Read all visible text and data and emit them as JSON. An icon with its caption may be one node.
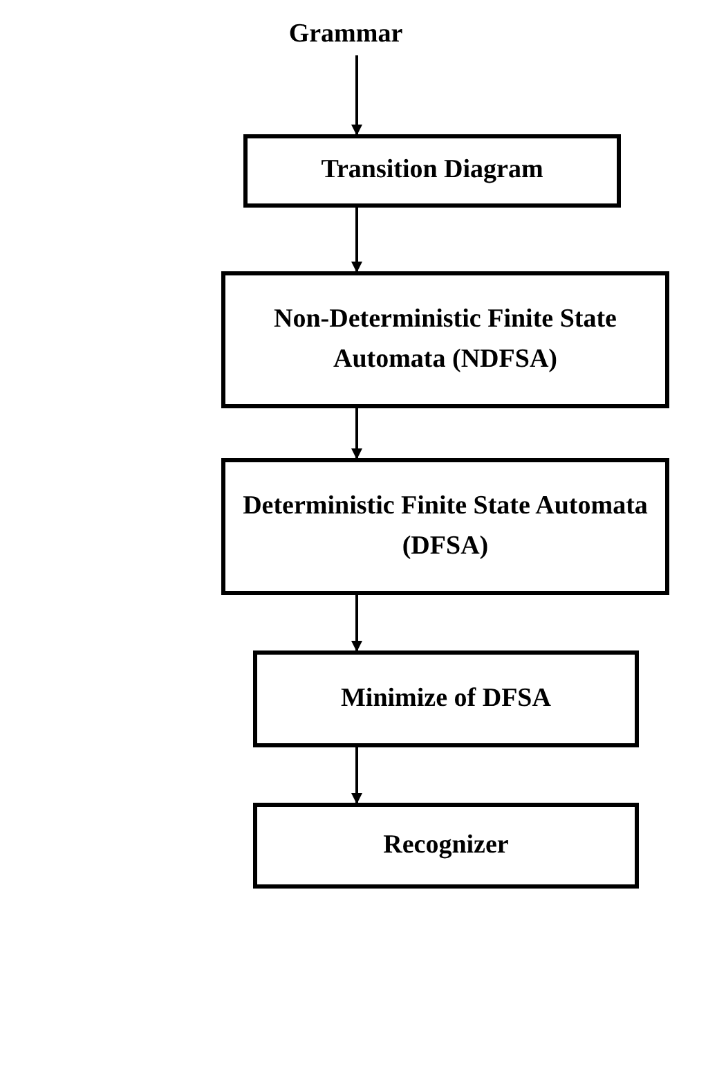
{
  "diagram": {
    "nodes": [
      {
        "text": [
          "Grammar"
        ]
      },
      {
        "text": [
          "Transition Diagram"
        ]
      },
      {
        "text": [
          "Non-Deterministic Finite State Automata (NDFSA)"
        ]
      },
      {
        "text": [
          "Deterministic Finite State Automata (DFSA)"
        ]
      },
      {
        "text": [
          "Minimize of DFSA"
        ]
      },
      {
        "text": [
          "Recognizer"
        ]
      }
    ],
    "edges": [
      {
        "from": 0,
        "to": 1,
        "arrow": "to"
      },
      {
        "from": 1,
        "to": 2,
        "arrow": "to"
      },
      {
        "from": 2,
        "to": 3,
        "arrow": "to"
      },
      {
        "from": 3,
        "to": 4,
        "arrow": "to"
      },
      {
        "from": 4,
        "to": 5,
        "arrow": "to"
      }
    ]
  }
}
